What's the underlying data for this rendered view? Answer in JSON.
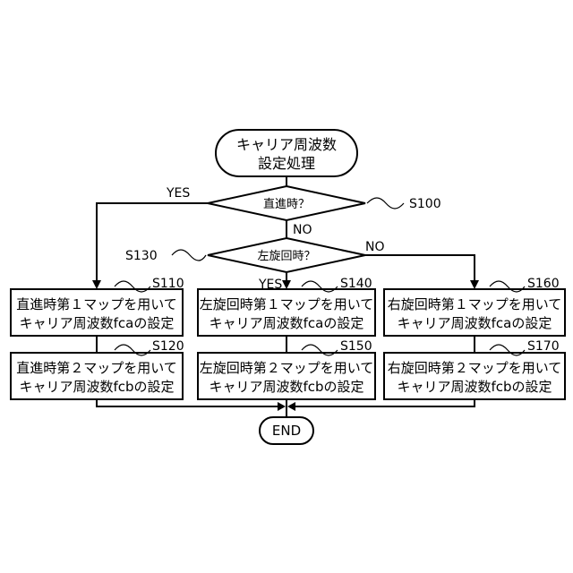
{
  "start": {
    "line1": "キャリア周波数",
    "line2": "設定処理"
  },
  "decision1": {
    "text": "直進時？",
    "step": "S100",
    "yes": "YES",
    "no": "NO"
  },
  "decision2": {
    "text": "左旋回時？",
    "step": "S130",
    "yes": "YES",
    "no": "NO"
  },
  "boxes": {
    "s110": {
      "step": "S110",
      "line1": "直進時第１マップを用いて",
      "line2": "キャリア周波数fcaの設定"
    },
    "s120": {
      "step": "S120",
      "line1": "直進時第２マップを用いて",
      "line2": "キャリア周波数fcbの設定"
    },
    "s140": {
      "step": "S140",
      "line1": "左旋回時第１マップを用いて",
      "line2": "キャリア周波数fcaの設定"
    },
    "s150": {
      "step": "S150",
      "line1": "左旋回時第２マップを用いて",
      "line2": "キャリア周波数fcbの設定"
    },
    "s160": {
      "step": "S160",
      "line1": "右旋回時第１マップを用いて",
      "line2": "キャリア周波数fcaの設定"
    },
    "s170": {
      "step": "S170",
      "line1": "右旋回時第２マップを用いて",
      "line2": "キャリア周波数fcbの設定"
    }
  },
  "end": {
    "text": "END"
  }
}
